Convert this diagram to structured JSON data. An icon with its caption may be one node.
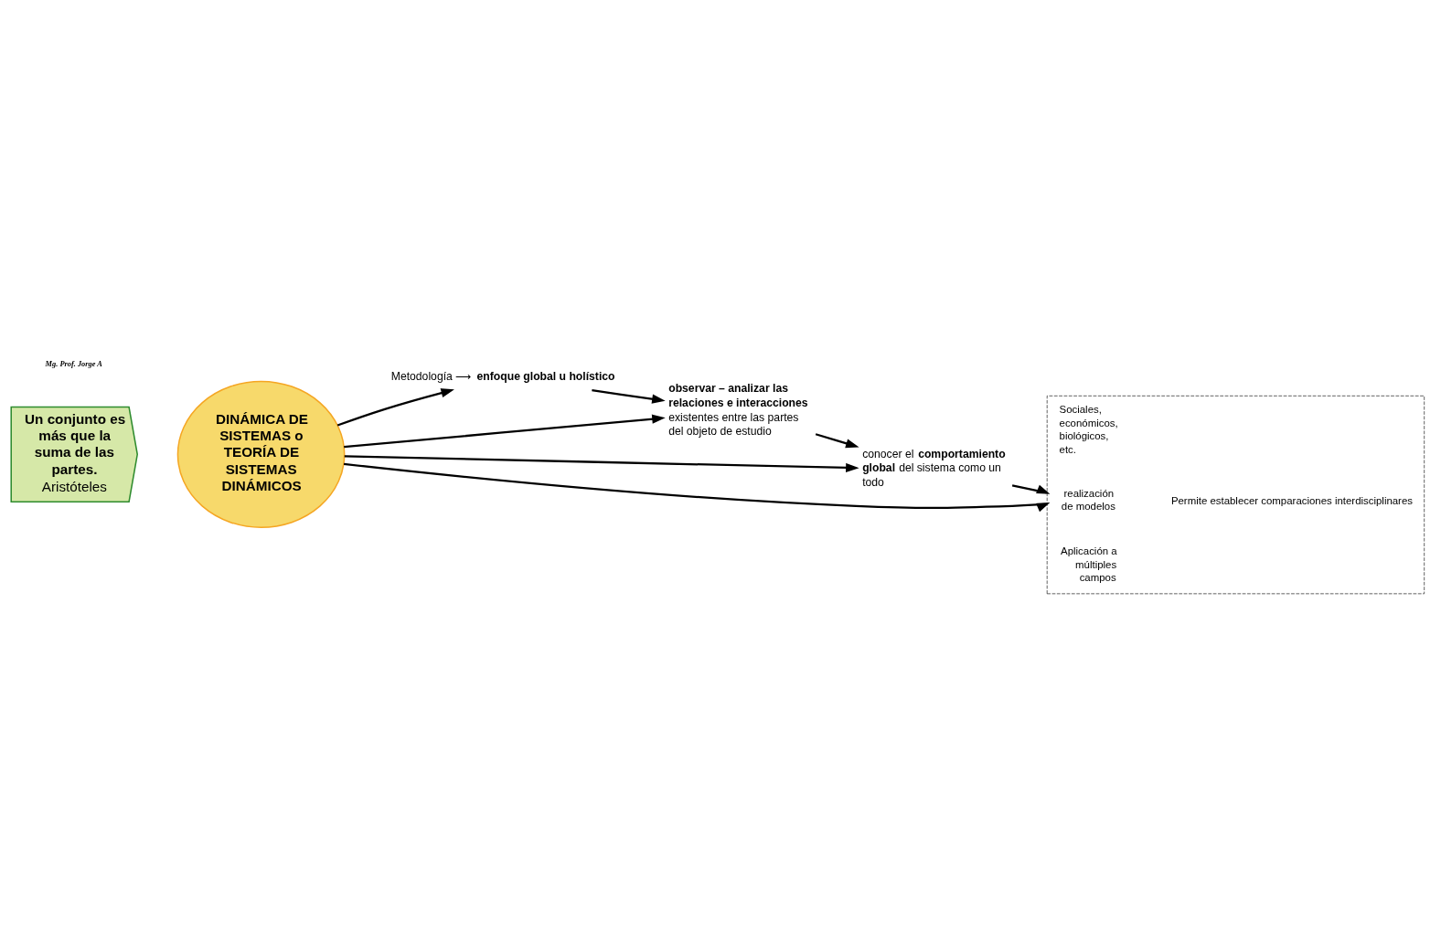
{
  "diagram": {
    "nodes": [
      {
        "text": [
          "Un conjunto es más que la suma de las partes.",
          "Aristóteles"
        ]
      },
      {
        "text": [
          "DINÁMICA DE SISTEMAS o TEORÍA DE SISTEMAS DINÁMICOS"
        ]
      },
      {
        "text": [
          "Metodología ⟶ **enfoque global u holístico**"
        ]
      },
      {
        "text": [
          "**observar – analizar las relaciones e interacciones** existentes entre las partes del objeto de estudio"
        ]
      },
      {
        "text": [
          "conocer el **comportamiento global** del sistema como un todo"
        ]
      },
      {
        "text": [],
        "shape": "box"
      },
      {
        "text": [
          "Aplicación a múltiples campos"
        ],
        "in": 5
      },
      {
        "text": [
          "realización de modelos"
        ],
        "in": 5
      },
      {
        "text": [
          "Sociales, económicos, biológicos, etc."
        ],
        "in": 5
      },
      {
        "text": [
          "Permite establecer comparaciones interdisciplinares"
        ],
        "in": 5
      }
    ],
    "edges": [
      {
        "from": 1,
        "to": 2,
        "arrow": "to"
      },
      {
        "from": 2,
        "to": 3,
        "arrow": "to"
      },
      {
        "from": 1,
        "to": 3,
        "arrow": "to"
      },
      {
        "from": 3,
        "to": 4,
        "arrow": "to"
      },
      {
        "from": 1,
        "to": 4,
        "arrow": "to"
      },
      {
        "from": 1,
        "to": 5,
        "arrow": "to"
      },
      {
        "from": 4,
        "to": 5,
        "arrow": "to"
      }
    ],
    "labels": [
      "Mg. Prof. Jorge A"
    ]
  }
}
